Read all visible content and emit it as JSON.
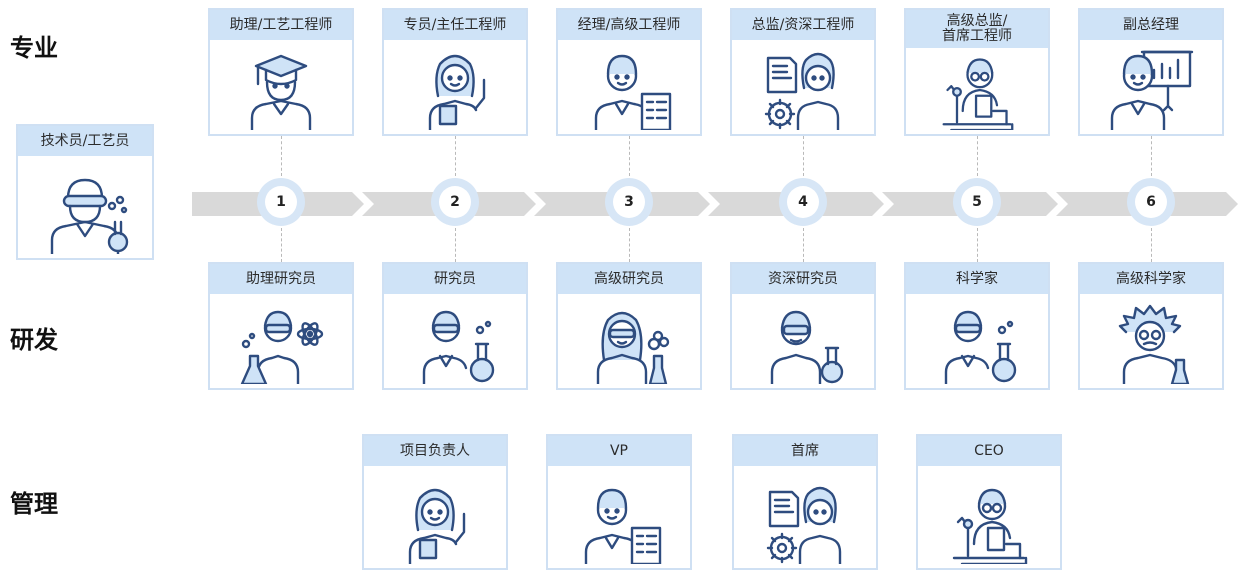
{
  "tracks": {
    "professional": "专业",
    "research": "研发",
    "management": "管理"
  },
  "entry": {
    "label": "技术员/工艺员",
    "icon": "scientist-goggles-icon"
  },
  "steps": [
    "1",
    "2",
    "3",
    "4",
    "5",
    "6"
  ],
  "professional_roles": [
    {
      "label": "助理/工艺工程师",
      "icon": "graduate-icon"
    },
    {
      "label": "专员/主任工程师",
      "icon": "woman-waving-icon"
    },
    {
      "label": "经理/高级工程师",
      "icon": "man-document-icon"
    },
    {
      "label": "总监/资深工程师",
      "icon": "team-gear-icon"
    },
    {
      "label": "高级总监/\n首席工程师",
      "icon": "scientist-microscope-icon"
    },
    {
      "label": "副总经理",
      "icon": "presenter-board-icon"
    }
  ],
  "research_roles": [
    {
      "label": "助理研究员",
      "icon": "scientist-atom-icon"
    },
    {
      "label": "研究员",
      "icon": "scientist-flask-icon"
    },
    {
      "label": "高级研究员",
      "icon": "woman-scientist-flask-icon"
    },
    {
      "label": "资深研究员",
      "icon": "scientist-beaker-icon"
    },
    {
      "label": "科学家",
      "icon": "scientist-flask-icon"
    },
    {
      "label": "高级科学家",
      "icon": "einstein-icon"
    }
  ],
  "management_roles": [
    {
      "label": "项目负责人",
      "icon": "woman-waving-icon"
    },
    {
      "label": "VP",
      "icon": "man-document-icon"
    },
    {
      "label": "首席",
      "icon": "team-gear-icon"
    },
    {
      "label": "CEO",
      "icon": "scientist-microscope-icon"
    }
  ],
  "colors": {
    "line": "#2e4c7f",
    "accent": "#2d8cf0",
    "title_bg": "#cfe3f7",
    "arrow": "#d9d9d9"
  }
}
